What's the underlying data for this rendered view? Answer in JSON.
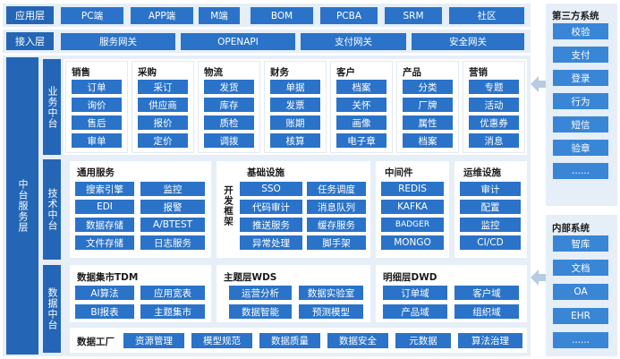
{
  "app_layer": {
    "label": "应用层",
    "items": [
      "PC端",
      "APP端",
      "M端",
      "BOM",
      "PCBA",
      "SRM",
      "社区"
    ]
  },
  "access_layer": {
    "label": "接入层",
    "items": [
      "服务网关",
      "OPENAPI",
      "支付网关",
      "安全网关"
    ]
  },
  "middle_platform": {
    "label": "中台服务层",
    "business": {
      "label": "业务中台",
      "groups": [
        {
          "title": "销售",
          "items": [
            "订单",
            "询价",
            "售后",
            "审单"
          ]
        },
        {
          "title": "采购",
          "items": [
            "采订",
            "供应商",
            "报价",
            "定价"
          ]
        },
        {
          "title": "物流",
          "items": [
            "发货",
            "库存",
            "质检",
            "调拨"
          ]
        },
        {
          "title": "财务",
          "items": [
            "单据",
            "发票",
            "账期",
            "核算"
          ]
        },
        {
          "title": "客户",
          "items": [
            "档案",
            "关怀",
            "画像",
            "电子章"
          ]
        },
        {
          "title": "产品",
          "items": [
            "分类",
            "厂牌",
            "属性",
            "档案"
          ]
        },
        {
          "title": "营销",
          "items": [
            "专题",
            "活动",
            "优惠券",
            "消息"
          ]
        }
      ]
    },
    "tech": {
      "label": "技术中台",
      "general": {
        "title": "通用服务",
        "items": [
          "搜索引擎",
          "监控",
          "EDI",
          "报警",
          "数据存储",
          "A/BTEST",
          "文件存储",
          "日志服务"
        ]
      },
      "infra": {
        "title": "基础设施",
        "side": "开发框架",
        "items": [
          "SSO",
          "任务调度",
          "代码审计",
          "消息队列",
          "推送服务",
          "缓存服务",
          "异常处理",
          "脚手架"
        ]
      },
      "middleware": {
        "title": "中间件",
        "items": [
          "REDIS",
          "KAFKA",
          "BADGER",
          "MONGO"
        ]
      },
      "ops": {
        "title": "运维设施",
        "items": [
          "审计",
          "配置",
          "监控",
          "CI/CD"
        ]
      }
    },
    "data": {
      "label": "数据中台",
      "tdm": {
        "title": "数据集市TDM",
        "items": [
          "AI算法",
          "应用宽表",
          "BI报表",
          "主题集市"
        ]
      },
      "wds": {
        "title": "主题层WDS",
        "items": [
          "运营分析",
          "数据实验室",
          "数据智能",
          "预测模型"
        ]
      },
      "dwd": {
        "title": "明细层DWD",
        "items": [
          "订单域",
          "客户域",
          "产品域",
          "组织域"
        ]
      },
      "factory": {
        "title": "数据工厂",
        "items": [
          "资源管理",
          "模型规范",
          "数据质量",
          "数据安全",
          "元数据",
          "算法治理"
        ]
      }
    }
  },
  "third_party": {
    "title": "第三方系统",
    "items": [
      "校验",
      "支付",
      "登录",
      "行为",
      "短信",
      "验章",
      "......"
    ]
  },
  "internal": {
    "title": "内部系统",
    "items": [
      "智库",
      "文档",
      "OA",
      "EHR",
      "......"
    ]
  },
  "colors": {
    "primary": "#2a73c9",
    "light": "#e6eef8",
    "arrow": "#b8cbe0"
  }
}
